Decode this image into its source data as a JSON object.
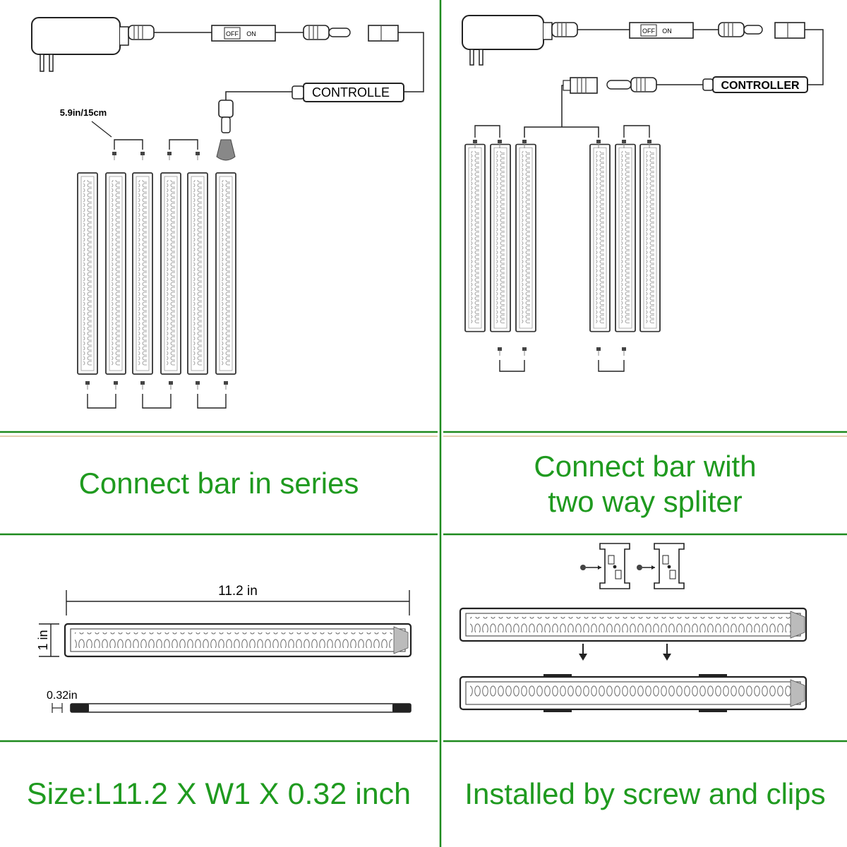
{
  "panels": {
    "series": {
      "switch_off": "OFF",
      "switch_on": "ON",
      "controller_label": "CONTROLLE",
      "spacing_label": "5.9in/15cm",
      "caption": "Connect bar in series"
    },
    "splitter": {
      "switch_off": "OFF",
      "switch_on": "ON",
      "controller_label": "CONTROLLER",
      "caption_line1": "Connect bar with",
      "caption_line2": "two way spliter"
    },
    "size": {
      "length_label": "11.2 in",
      "width_label": "1 in",
      "thickness_label": "0.32in",
      "caption": "Size:L11.2 X W1 X 0.32 inch"
    },
    "install": {
      "caption": "Installed by screw and clips"
    }
  },
  "colors": {
    "divider": "#1e8a1e",
    "caption": "#1f9a1f",
    "line": "#333333"
  }
}
